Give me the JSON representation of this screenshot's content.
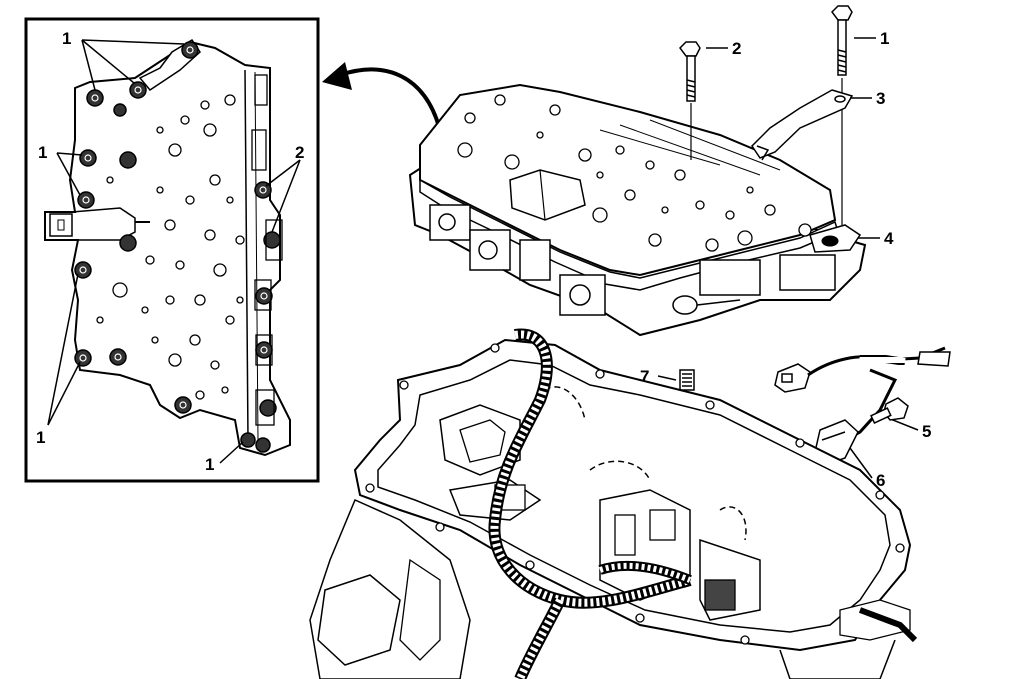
{
  "diagram": {
    "inset_labels": {
      "top": "1",
      "left_mid": "1",
      "right": "2",
      "bottom_left": "1",
      "bottom_right": "1"
    },
    "main_labels": {
      "bolt_top": "1",
      "bolt_short": "2",
      "bracket": "3",
      "valve_body": "4",
      "sensor_bolt": "5",
      "sensor": "6",
      "seal": "7"
    }
  }
}
